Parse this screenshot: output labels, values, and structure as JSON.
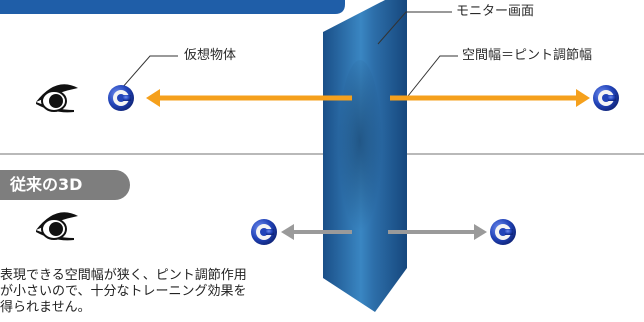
{
  "labels": {
    "monitor": "モニター画面",
    "virtual_object": "仮想物体",
    "space_width": "空間幅＝ピント調節幅"
  },
  "section": {
    "title": "従来の3D",
    "description_lines": [
      "表現できる空間幅が狭く、ピント調節作用",
      "が小さいので、十分なトレーニング効果を",
      "得られません。"
    ]
  },
  "icons": [
    "eye-icon",
    "target-icon",
    "arrow-icon"
  ],
  "colors": {
    "banner_blue": "#1f5ea8",
    "monitor_blue": "#2a5f9a",
    "arrow_orange": "#f5a01c",
    "arrow_gray": "#9a9a9a",
    "pill_gray": "#7e7e7e",
    "target_blue": "#1f3fb0"
  }
}
